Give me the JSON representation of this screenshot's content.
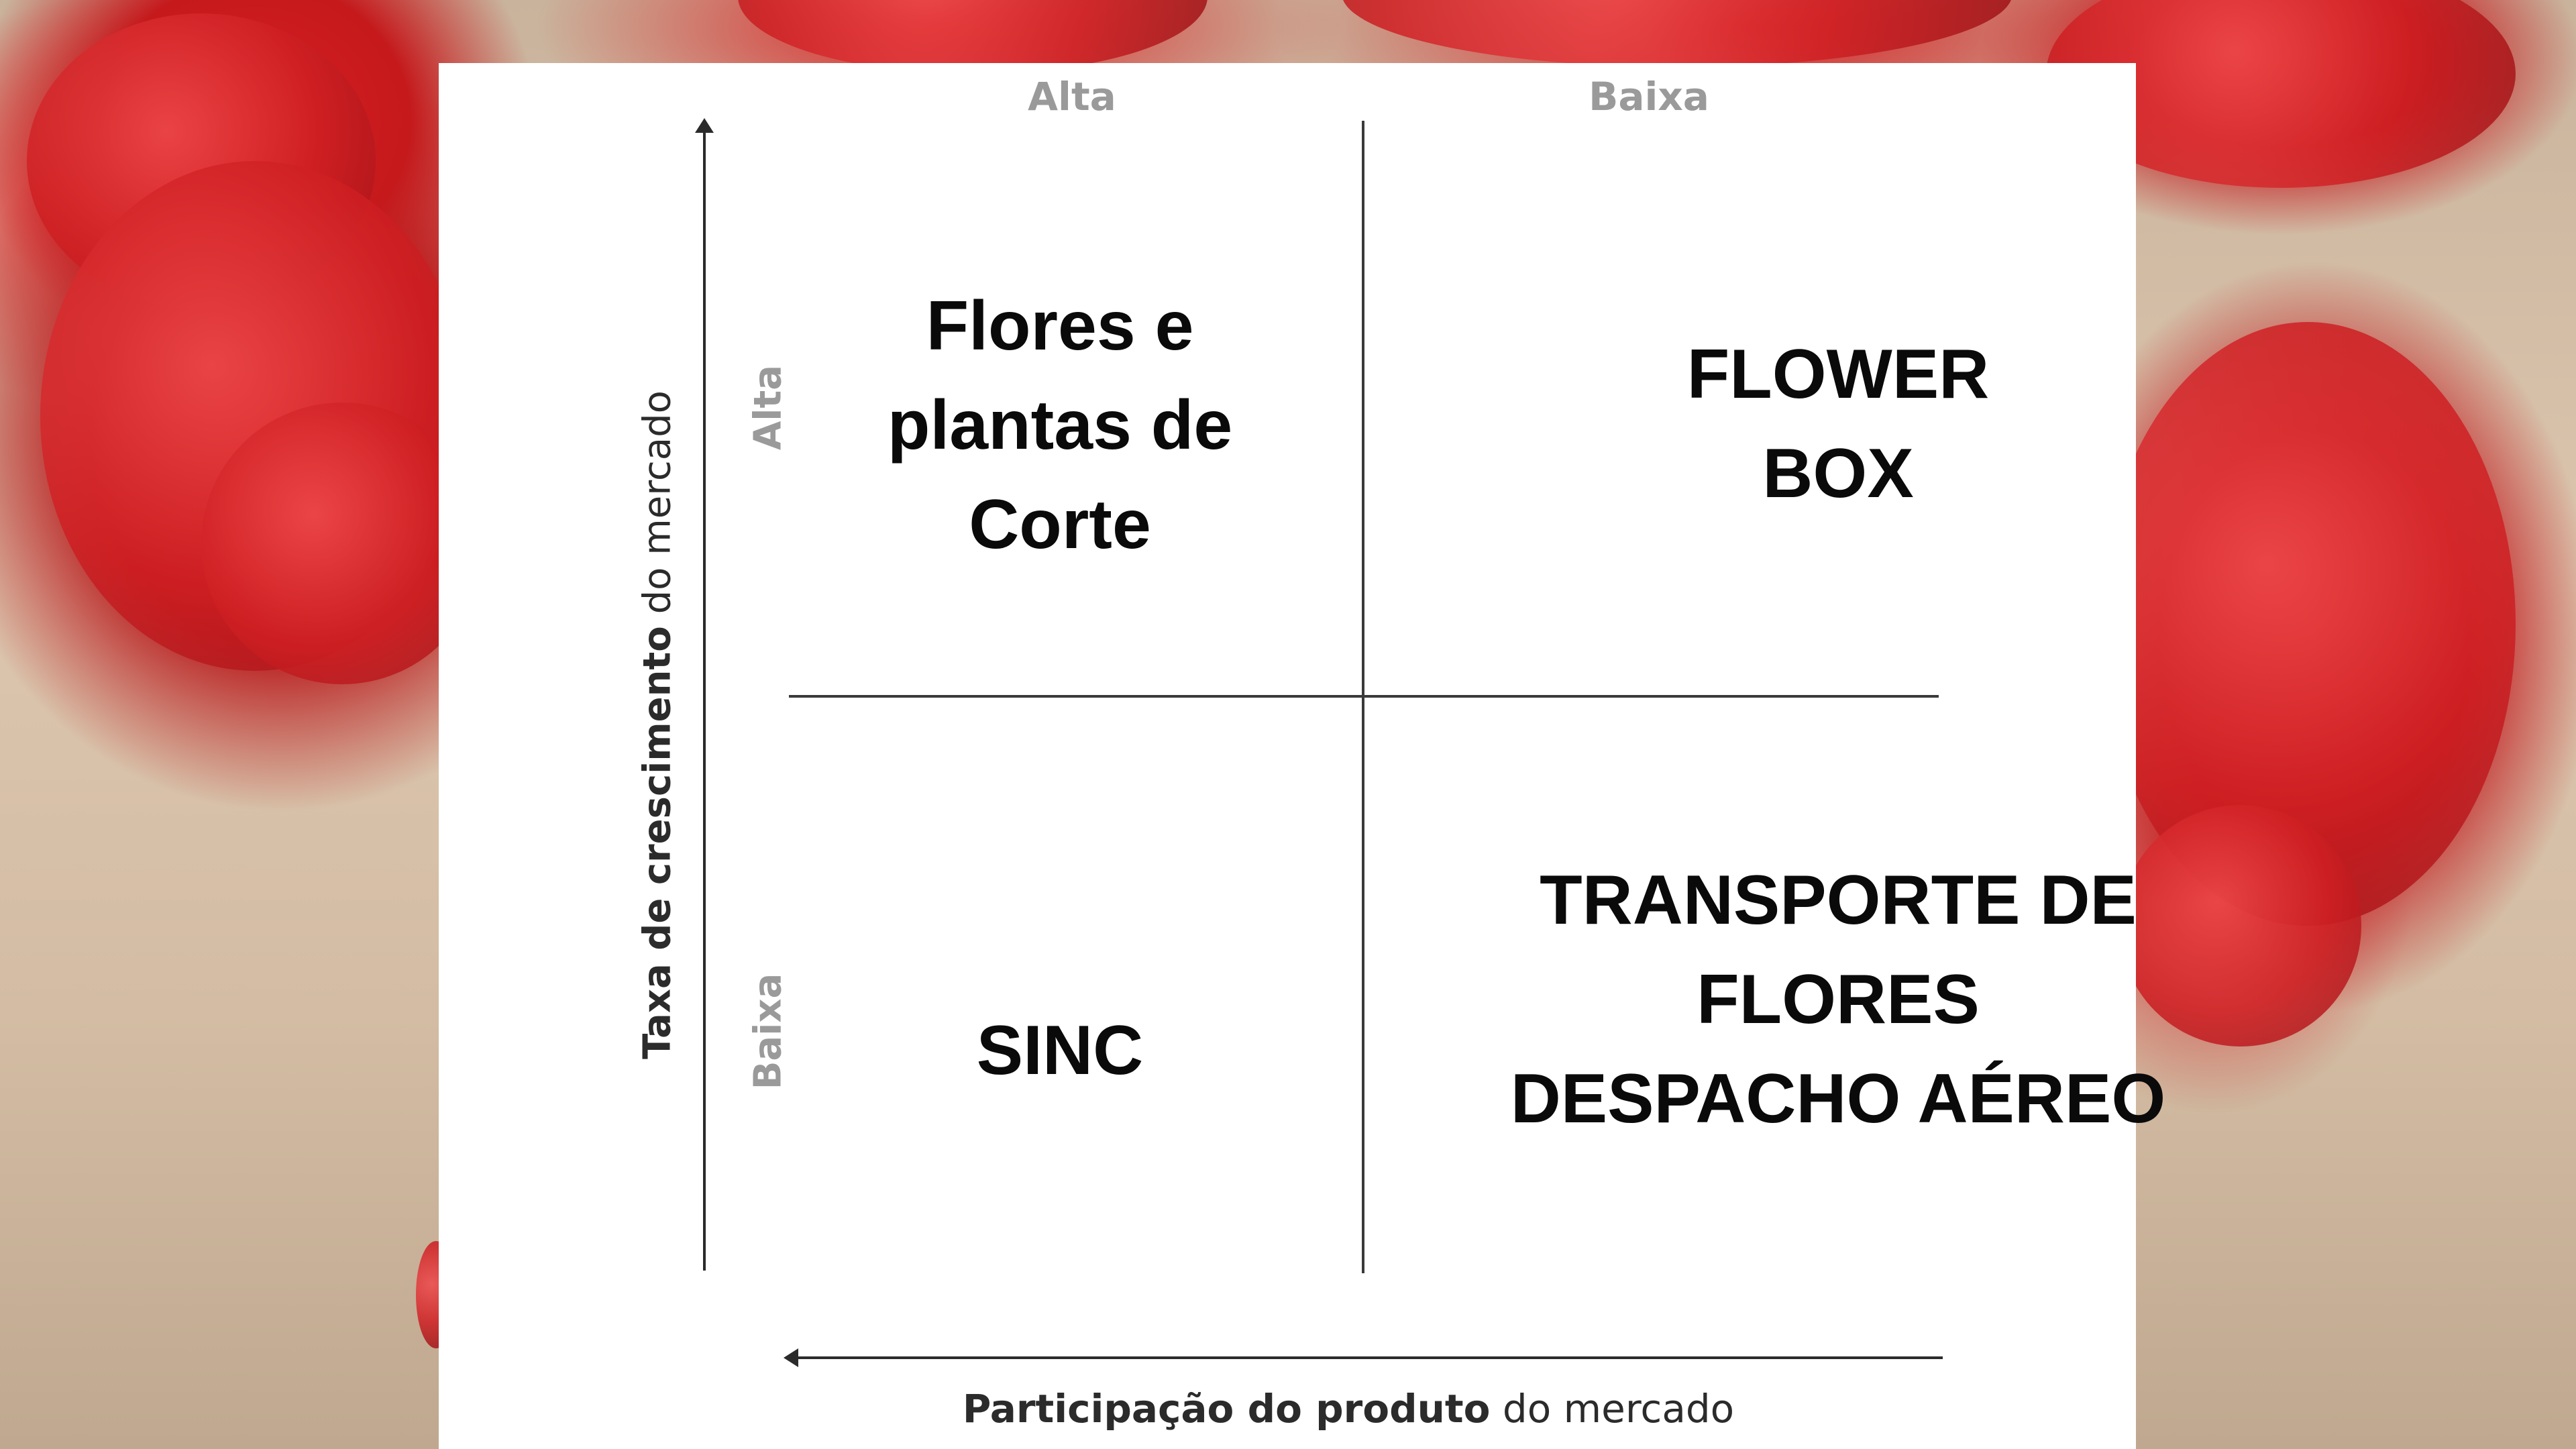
{
  "diagram": {
    "column_labels": {
      "left": "Alta",
      "right": "Baixa"
    },
    "row_labels": {
      "top": "Alta",
      "bottom": "Baixa"
    },
    "y_axis_title": {
      "bold": "Taxa de crescimento",
      "regular": " do mercado"
    },
    "x_axis_title": {
      "bold": "Participação do produto",
      "regular": " do mercado"
    },
    "quadrants": {
      "top_left": [
        "Flores e",
        "plantas de",
        "Corte"
      ],
      "top_right": [
        "FLOWER",
        "BOX"
      ],
      "bottom_left": [
        "SINC"
      ],
      "bottom_right": [
        "TRANSPORTE DE",
        "FLORES",
        "DESPACHO AÉREO"
      ]
    }
  },
  "colors": {
    "panel": "#ffffff",
    "axis": "#2b2b2b",
    "muted_label": "#9a9a9a",
    "background_flower": "#d0202a"
  }
}
